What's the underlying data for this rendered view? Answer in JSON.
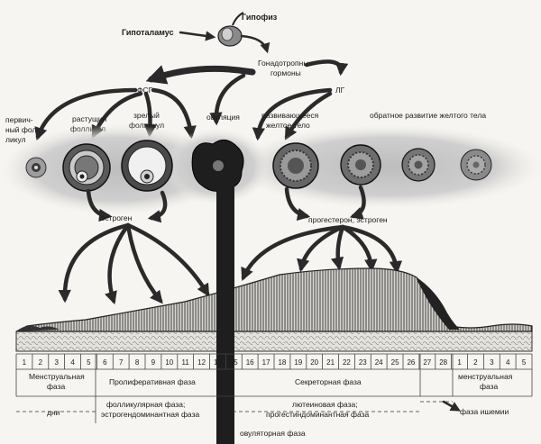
{
  "labels": {
    "hypophysis": "Гипофиз",
    "hypothalamus": "Гипоталамус",
    "gonadotropins_line1": "Гонадотропные",
    "gonadotropins_line2": "гормоны",
    "fsh": "ФСГ",
    "lh": "ЛГ",
    "primary_follicle_line1": "первич-",
    "primary_follicle_line2": "ный фол-",
    "primary_follicle_line3": "ликул",
    "growing_follicle_line1": "растущий",
    "growing_follicle_line2": "фолликул",
    "mature_follicle_line1": "зрелый",
    "mature_follicle_line2": "фолликул",
    "ovulation": "овуляция",
    "developing_cl_line1": "развивающееся",
    "developing_cl_line2": "желтое тело",
    "cl_regression": "обратное развитие желтого тела",
    "estrogen": "эстроген",
    "progesterone_estrogen": "прогестерон, эстроген"
  },
  "table": {
    "days_top": [
      "1",
      "2",
      "3",
      "4",
      "5",
      "6",
      "7",
      "8",
      "9",
      "10",
      "11",
      "12",
      "13",
      "15",
      "16",
      "17",
      "18",
      "19",
      "20",
      "21",
      "22",
      "23",
      "24",
      "25",
      "26",
      "27",
      "28",
      "1",
      "2",
      "3",
      "4",
      "5"
    ],
    "menstrual_left_line1": "Менструальная",
    "menstrual_left_line2": "фаза",
    "proliferative": "Пролиферативная фаза",
    "secretory": "Секреторная фаза",
    "menstrual_right_line1": "менструальная",
    "menstrual_right_line2": "фаза",
    "days_caption": "дни",
    "follicular_line1": "фолликулярная фаза;",
    "follicular_line2": "эстрогендоминантная фаза",
    "luteal_line1": "лютеиновая фаза;",
    "luteal_line2": "прогестиндоминантная фаза",
    "ischemia": "фаза ишемии",
    "ovulatory": "овуляторная фаза"
  }
}
